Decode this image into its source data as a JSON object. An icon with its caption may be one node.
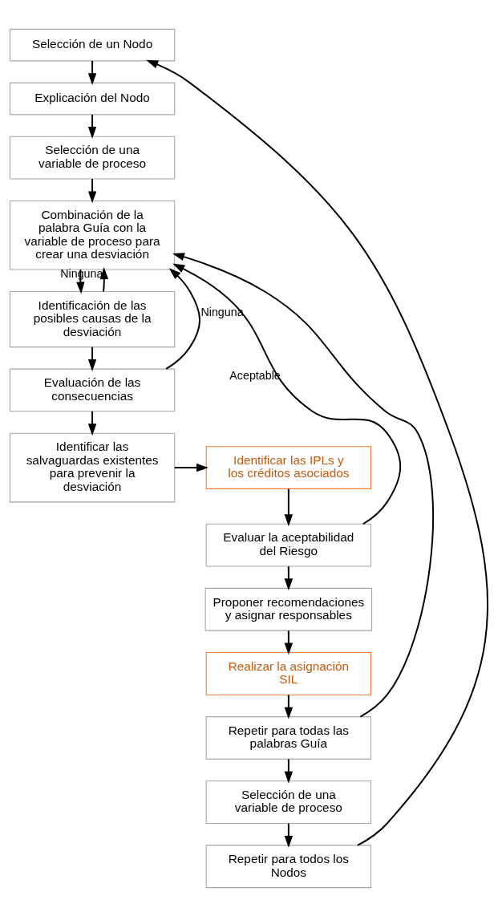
{
  "diagram": {
    "nodes": [
      {
        "text": [
          "Selección de un Nodo"
        ]
      },
      {
        "text": [
          "Explicación del Nodo"
        ]
      },
      {
        "text": [
          "Selección de una variable de proceso"
        ]
      },
      {
        "text": [
          "Combinación de la palabra Guía con la variable de proceso para crear una desviación"
        ]
      },
      {
        "text": [
          "Identificación de las posibles causas de la desviación"
        ]
      },
      {
        "text": [
          "Evaluación de las consecuencias"
        ]
      },
      {
        "text": [
          "Identificar las salvaguardas existentes para prevenir la desviación"
        ]
      },
      {
        "text": [
          "Identificar las IPLs y los créditos asociados"
        ]
      },
      {
        "text": [
          "Evaluar la aceptabilidad del Riesgo"
        ]
      },
      {
        "text": [
          "Proponer recomendaciones y asignar responsables"
        ]
      },
      {
        "text": [
          "Realizar la asignación SIL"
        ]
      },
      {
        "text": [
          "Repetir para todas las palabras Guía"
        ]
      },
      {
        "text": [
          "Selección de una variable de proceso"
        ]
      },
      {
        "text": [
          "Repetir para todos los Nodos"
        ]
      }
    ],
    "edges": [
      {
        "from": 0,
        "to": 1,
        "arrow": "to"
      },
      {
        "from": 1,
        "to": 2,
        "arrow": "to"
      },
      {
        "from": 2,
        "to": 3,
        "arrow": "to"
      },
      {
        "from": 3,
        "to": 4,
        "arrow": "to"
      },
      {
        "from": 4,
        "to": 3,
        "arrow": "to",
        "label": "Ninguna"
      },
      {
        "from": 4,
        "to": 5,
        "arrow": "to"
      },
      {
        "from": 5,
        "to": 3,
        "arrow": "to",
        "label": "Ninguna"
      },
      {
        "from": 5,
        "to": 6,
        "arrow": "to"
      },
      {
        "from": 6,
        "to": 7,
        "arrow": "to"
      },
      {
        "from": 7,
        "to": 8,
        "arrow": "to"
      },
      {
        "from": 8,
        "to": 3,
        "arrow": "to",
        "label": "Aceptable"
      },
      {
        "from": 8,
        "to": 9,
        "arrow": "to"
      },
      {
        "from": 9,
        "to": 10,
        "arrow": "to"
      },
      {
        "from": 10,
        "to": 11,
        "arrow": "to"
      },
      {
        "from": 11,
        "to": 3,
        "arrow": "to"
      },
      {
        "from": 11,
        "to": 12,
        "arrow": "to"
      },
      {
        "from": 12,
        "to": 13,
        "arrow": "to"
      },
      {
        "from": 13,
        "to": 0,
        "arrow": "to"
      }
    ]
  }
}
